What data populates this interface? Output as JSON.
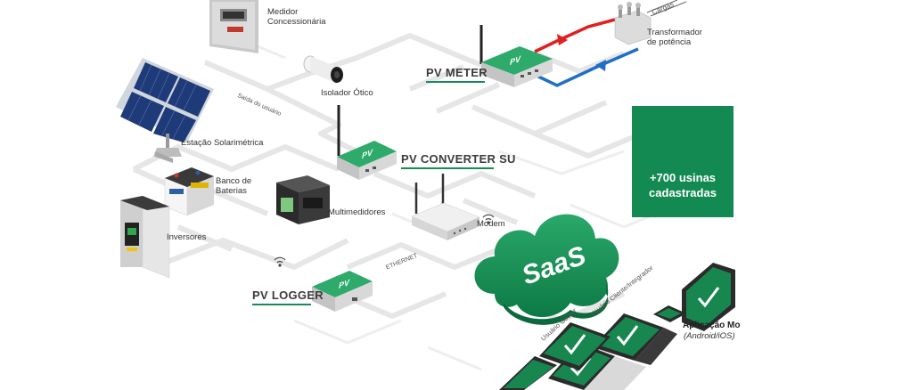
{
  "labels": {
    "medidor": "Medidor\nConcessionária",
    "estacao": "Estação Solarimétrica",
    "banco": "Banco de\nBaterias",
    "inversores": "Inversores",
    "multimedidores": "Multimedidores",
    "isolador": "Isolador Ótico",
    "modem": "Modem",
    "transformador": "Transformador\nde potência",
    "cargas": "Cargas",
    "saida_usuario": "Saída do usuário",
    "ethernet": "ETHERNET",
    "usuario_gestor": "Usuário Gestor",
    "usuario_cliente": "Usuário Cliente/Integrador"
  },
  "products": {
    "pv_meter": "PV METER",
    "pv_converter": "PV CONVERTER SU",
    "pv_logger": "PV LOGGER",
    "device_logo": "PV",
    "saas": "SaaS"
  },
  "stats": {
    "line1": "+700 usinas",
    "line2": "cadastradas"
  },
  "app": {
    "title": "Aplicação Mo",
    "subtitle": "(Android/iOS)"
  },
  "colors": {
    "brand_green": "#138a52",
    "line_gray": "#e4e4e4",
    "red_flow": "#e02020",
    "blue_flow": "#1f6fc5"
  }
}
